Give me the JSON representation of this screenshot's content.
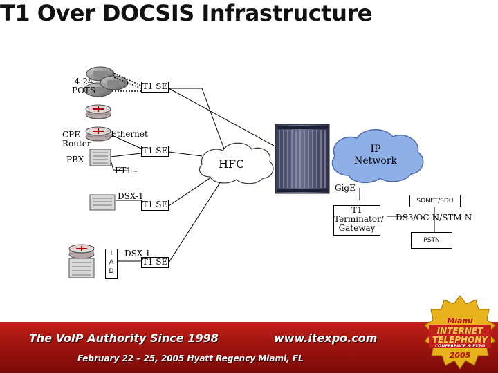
{
  "page": {
    "title": "T1 Over DOCSIS Infrastructure"
  },
  "labels": {
    "pots": "4-24\nPOTS",
    "t1se_top": "T1 SE",
    "cpe_router": "CPE\nRouter",
    "ethernet": "Ethernet",
    "t1se_mid": "T1 SE",
    "pbx": "PBX",
    "ft1": "FT1",
    "hfc": "HFC",
    "ip_network": "IP\nNetwork",
    "dsx1_a": "DSX-1",
    "t1se_lower": "T1 SE",
    "gige": "GigE",
    "t1_terminator": "T1\nTerminator/\nGateway",
    "sonet": "SONET/SDH",
    "ds3": "DS3/OC-N/STM-N",
    "pstn": "PSTN",
    "iad": "I\nA\nD",
    "dsx1_b": "DSX-1",
    "t1se_bottom": "T1 SE"
  },
  "banner": {
    "line1_left": "The VoIP Authority Since 1998",
    "line1_right": "www.itexpo.com",
    "line2": "February 22 – 25, 2005 Hyatt Regency Miami, FL"
  },
  "badge": {
    "city": "Miami",
    "line1": "INTERNET",
    "line2": "TELEPHONY",
    "line3": "CONFERENCE & EXPO",
    "year": "2005"
  },
  "colors": {
    "banner_red": "#a0140f",
    "cloud_blue": "#8fb0e6",
    "badge_gold": "#e8b21c"
  }
}
